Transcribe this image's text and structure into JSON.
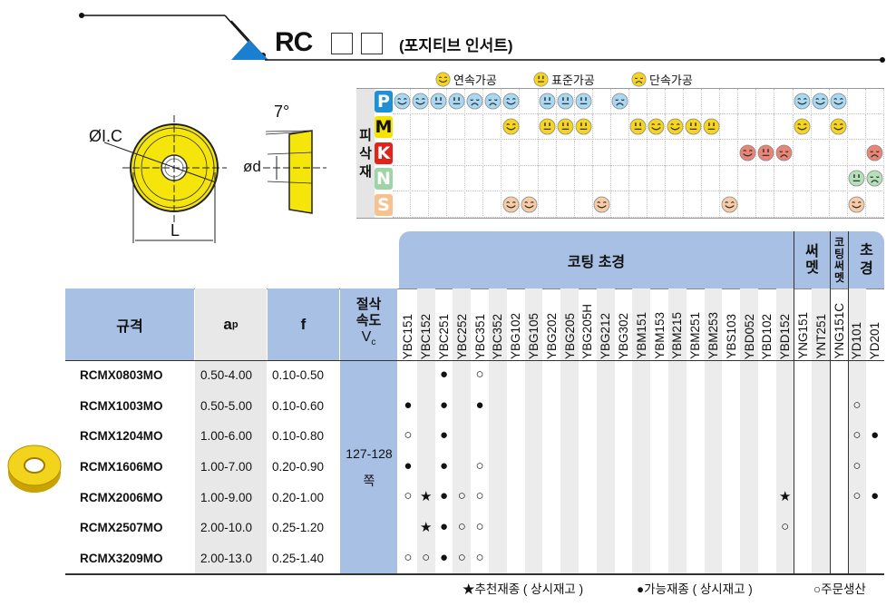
{
  "header": {
    "title": "RC",
    "subtitle": "(포지티브 인서트)"
  },
  "diagram": {
    "ic_label": "ØI.C",
    "d_label": "ød",
    "angle_label": "7°",
    "l_label": "L"
  },
  "colors": {
    "header_blue": "#a8c0e4",
    "accent_blue": "#1a7fd0",
    "insert_yellow": "#f5e50a"
  },
  "face_legend": [
    {
      "face": "smile",
      "label": "연속가공"
    },
    {
      "face": "neutral",
      "label": "표준가공"
    },
    {
      "face": "sad",
      "label": "단속가공"
    }
  ],
  "material_label": "피삭재",
  "materials": [
    {
      "letter": "P",
      "color": "#1e90d8",
      "face_color": "#a9d8f3",
      "faces": {
        "0": "smile",
        "1": "smile",
        "2": "neutral",
        "3": "neutral",
        "4": "sad",
        "5": "sad",
        "6": "smile",
        "8": "neutral",
        "9": "neutral",
        "10": "neutral",
        "12": "sad",
        "22": "smile",
        "23": "smile",
        "24": "smile"
      }
    },
    {
      "letter": "M",
      "color": "#f4e400",
      "face_color": "#f6d51c",
      "faces": {
        "6": "smile",
        "8": "neutral",
        "9": "neutral",
        "10": "neutral",
        "13": "neutral",
        "14": "smile",
        "15": "smile",
        "16": "neutral",
        "17": "neutral",
        "22": "smile",
        "24": "smile"
      }
    },
    {
      "letter": "K",
      "color": "#e2231a",
      "face_color": "#e98576",
      "faces": {
        "19": "smile",
        "20": "neutral",
        "21": "sad",
        "26": "sad"
      }
    },
    {
      "letter": "N",
      "color": "#9fd4a6",
      "face_color": "#b5e0b9",
      "faces": {
        "25": "neutral",
        "26": "sad"
      }
    },
    {
      "letter": "S",
      "color": "#f6c28f",
      "face_color": "#f6cba5",
      "faces": {
        "6": "smile",
        "7": "smile",
        "11": "smile",
        "18": "smile",
        "25": "smile"
      }
    }
  ],
  "table": {
    "headers": {
      "spec": "규격",
      "ap": "a",
      "ap_sub": "p",
      "f": "f",
      "speed": "절삭속도",
      "speed_sym": "V",
      "speed_sub": "c"
    },
    "groups": [
      {
        "label": "코팅 초경"
      },
      {
        "label": "써멧"
      },
      {
        "label": "코팅써멧"
      },
      {
        "label": "초경"
      }
    ],
    "grades": [
      "YBC151",
      "YBC152",
      "YBC251",
      "YBC252",
      "YBC351",
      "YBC352",
      "YBG102",
      "YBG105",
      "YBG202",
      "YBG205",
      "YBG205H",
      "YBG212",
      "YBG302",
      "YBM151",
      "YBM153",
      "YBM215",
      "YBM251",
      "YBM253",
      "YBS103",
      "YBD052",
      "YBD102",
      "YBD152",
      "YNG151",
      "YNT251",
      "YNG151C",
      "YD101",
      "YD201"
    ],
    "speed_value": "127-128쪽",
    "rows": [
      {
        "spec": "RCMX0803MO",
        "ap": "0.50-4.00",
        "f": "0.10-0.50",
        "marks": {
          "2": "●",
          "4": "○"
        }
      },
      {
        "spec": "RCMX1003MO",
        "ap": "0.50-5.00",
        "f": "0.10-0.60",
        "marks": {
          "0": "●",
          "2": "●",
          "4": "●",
          "25": "○"
        }
      },
      {
        "spec": "RCMX1204MO",
        "ap": "1.00-6.00",
        "f": "0.10-0.80",
        "marks": {
          "0": "○",
          "2": "●",
          "25": "○",
          "26": "●"
        }
      },
      {
        "spec": "RCMX1606MO",
        "ap": "1.00-7.00",
        "f": "0.20-0.90",
        "marks": {
          "0": "●",
          "2": "●",
          "4": "○",
          "25": "○"
        }
      },
      {
        "spec": "RCMX2006MO",
        "ap": "1.00-9.00",
        "f": "0.20-1.00",
        "marks": {
          "0": "○",
          "1": "★",
          "2": "●",
          "3": "○",
          "4": "○",
          "21": "★",
          "25": "○",
          "26": "●"
        }
      },
      {
        "spec": "RCMX2507MO",
        "ap": "2.00-10.0",
        "f": "0.25-1.20",
        "marks": {
          "1": "★",
          "2": "●",
          "3": "○",
          "4": "○",
          "21": "○"
        }
      },
      {
        "spec": "RCMX3209MO",
        "ap": "2.00-13.0",
        "f": "0.25-1.40",
        "marks": {
          "0": "○",
          "1": "○",
          "2": "●",
          "3": "○",
          "4": "○"
        }
      }
    ]
  },
  "footer": {
    "recommended": "★추천재종 ( 상시재고 )",
    "available": "●가능재종 ( 상시재고 )",
    "order": "○주문생산"
  }
}
